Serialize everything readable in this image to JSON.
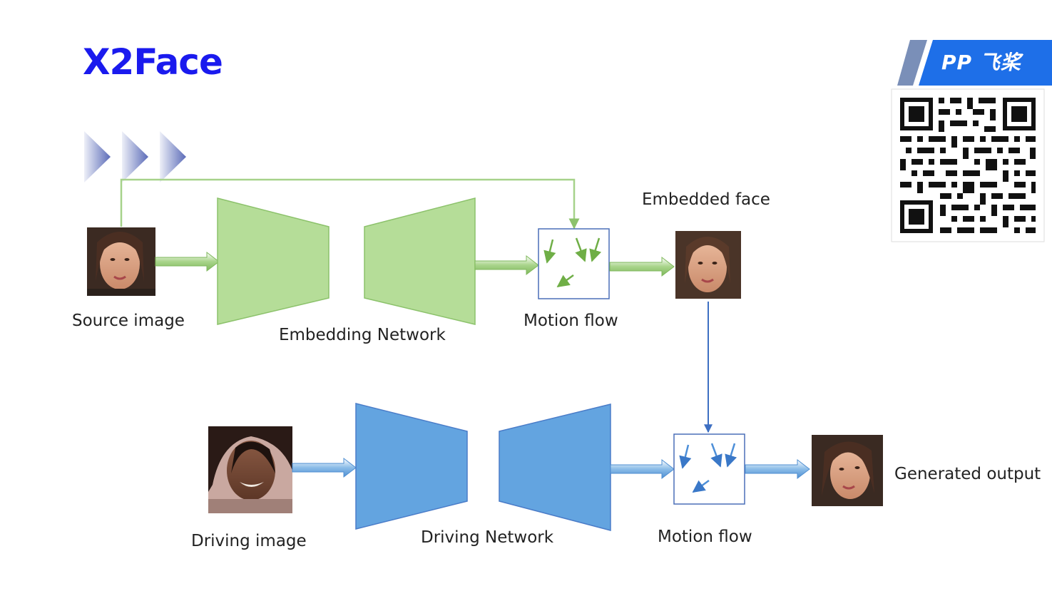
{
  "slide": {
    "title": "X2Face"
  },
  "logo": {
    "text": "飞桨",
    "mark": "PP"
  },
  "labels": {
    "source_image": "Source image",
    "embedding_network": "Embedding Network",
    "motion_flow_top": "Motion flow",
    "embedded_face": "Embedded face",
    "driving_image": "Driving image",
    "driving_network": "Driving Network",
    "motion_flow_bottom": "Motion flow",
    "generated_output": "Generated output"
  },
  "colors": {
    "title": "#1a1aee",
    "embedding_network": "#b5dd98",
    "embedding_lines": "#8cc26b",
    "driving_network": "#63a4e0",
    "driving_lines": "#4a7cc8",
    "logo_blue": "#1e6fe8"
  },
  "icons": [
    "chevron-right-icon",
    "motion-arrow-icon",
    "qr-code-icon",
    "face-photo-icon"
  ]
}
